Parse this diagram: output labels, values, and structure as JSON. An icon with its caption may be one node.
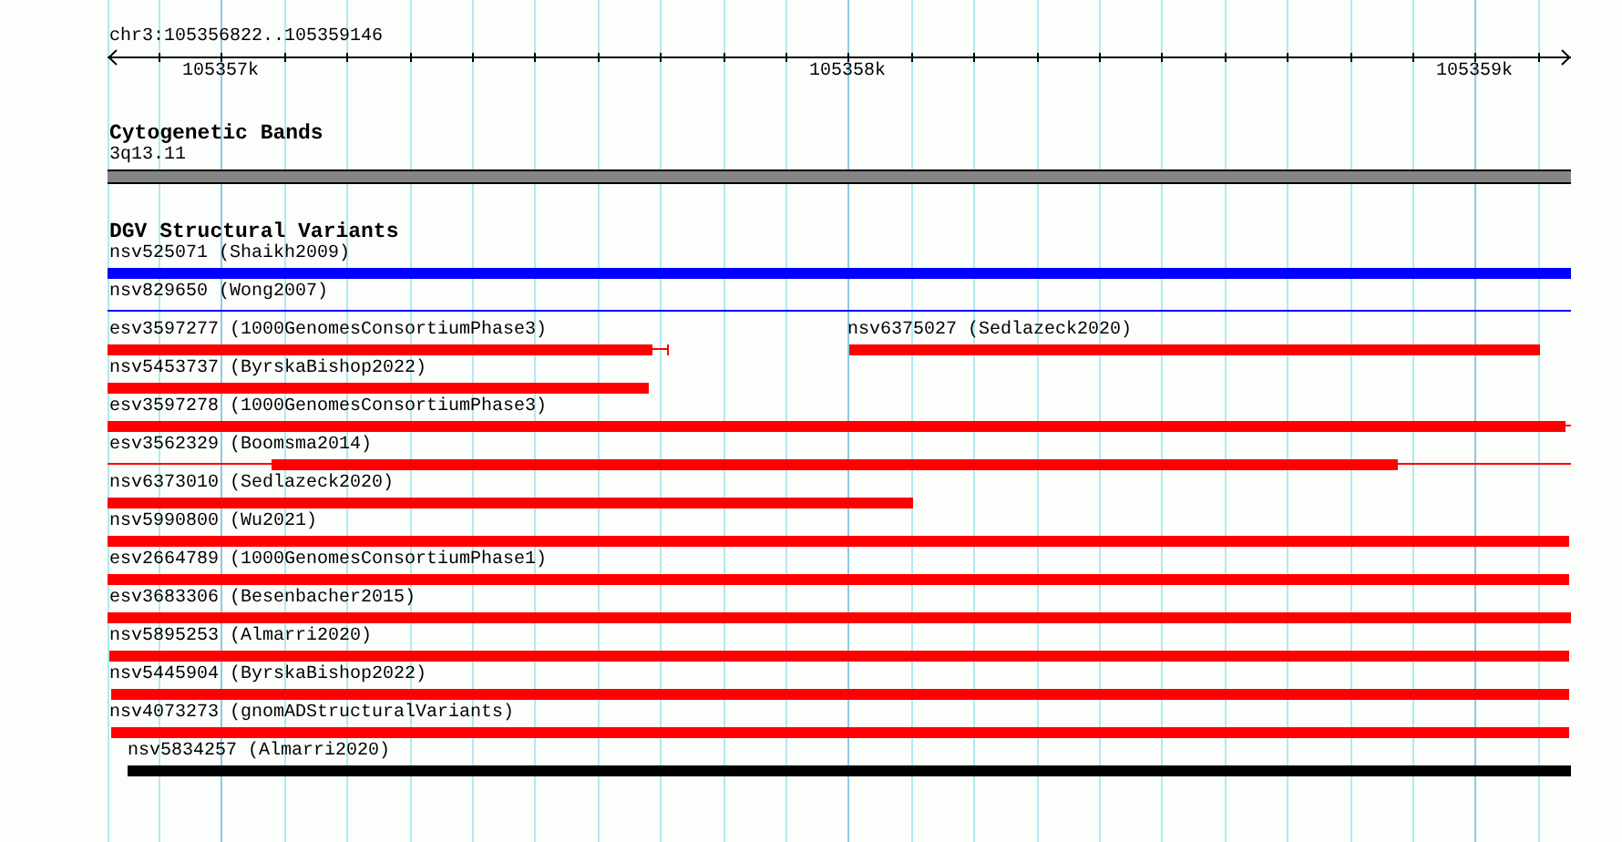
{
  "diagram": {
    "nodes": [
      {
        "text": [
          "3q13.11"
        ]
      },
      {
        "text": [
          "nsv525071 (Shaikh2009)"
        ]
      },
      {
        "text": [
          "nsv829650 (Wong2007)"
        ]
      },
      {
        "text": [
          "esv3597277 (1000GenomesConsortiumPhase3)"
        ]
      },
      {
        "text": [
          "nsv6375027 (Sedlazeck2020)"
        ]
      },
      {
        "text": [
          "nsv5453737 (ByrskaBishop2022)"
        ]
      },
      {
        "text": [
          "esv3597278 (1000GenomesConsortiumPhase3)"
        ]
      },
      {
        "text": [
          "esv3562329 (Boomsma2014)"
        ]
      },
      {
        "text": [
          "nsv6373010 (Sedlazeck2020)"
        ]
      },
      {
        "text": [
          "nsv5990800 (Wu2021)"
        ]
      },
      {
        "text": [
          "esv2664789 (1000GenomesConsortiumPhase1)"
        ]
      },
      {
        "text": [
          "esv3683306 (Besenbacher2015)"
        ]
      },
      {
        "text": [
          "nsv5895253 (Almarri2020)"
        ]
      },
      {
        "text": [
          "nsv5445904 (ByrskaBishop2022)"
        ]
      },
      {
        "text": [
          "nsv4073273 (gnomADStructuralVariants)"
        ]
      },
      {
        "text": [
          "nsv5834257 (Almarri2020)"
        ]
      }
    ],
    "labels": [
      "chr3:105356822..105359146",
      "105357k",
      "105358k",
      "105359k",
      "Cytogenetic Bands",
      "DGV Structural Variants"
    ]
  }
}
